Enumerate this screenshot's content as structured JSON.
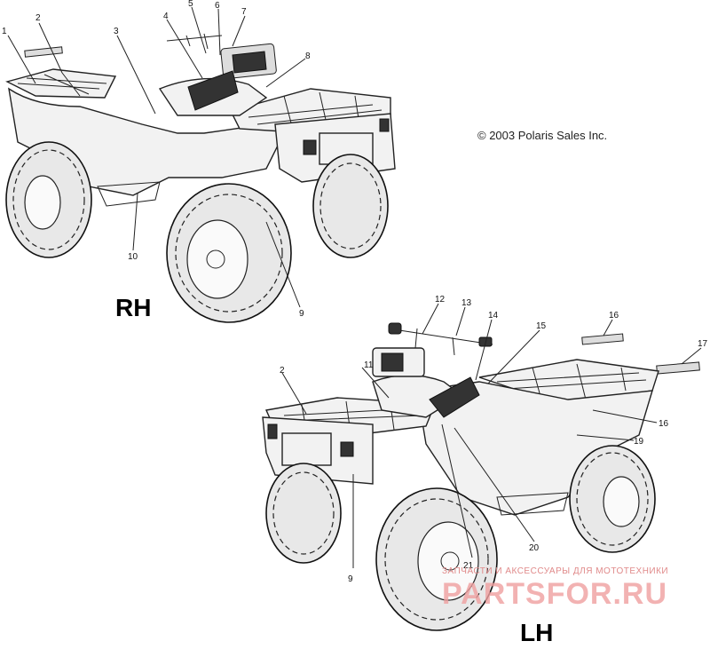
{
  "diagram": {
    "copyright": "© 2003 Polaris Sales Inc.",
    "views": {
      "rh": {
        "label": "RH"
      },
      "lh": {
        "label": "LH"
      }
    },
    "callouts_rh": [
      "1",
      "2",
      "3",
      "4",
      "5",
      "6",
      "7",
      "8",
      "10",
      "9"
    ],
    "callouts_lh": [
      "12",
      "13",
      "14",
      "16",
      "17",
      "15",
      "11",
      "2",
      "16",
      "19",
      "21",
      "20",
      "9"
    ],
    "watermark": {
      "line1": "ЗАПЧАСТИ И АКСЕССУАРЫ ДЛЯ МОТОТЕХНИКИ",
      "line2": "PARTSFOR.RU"
    }
  }
}
